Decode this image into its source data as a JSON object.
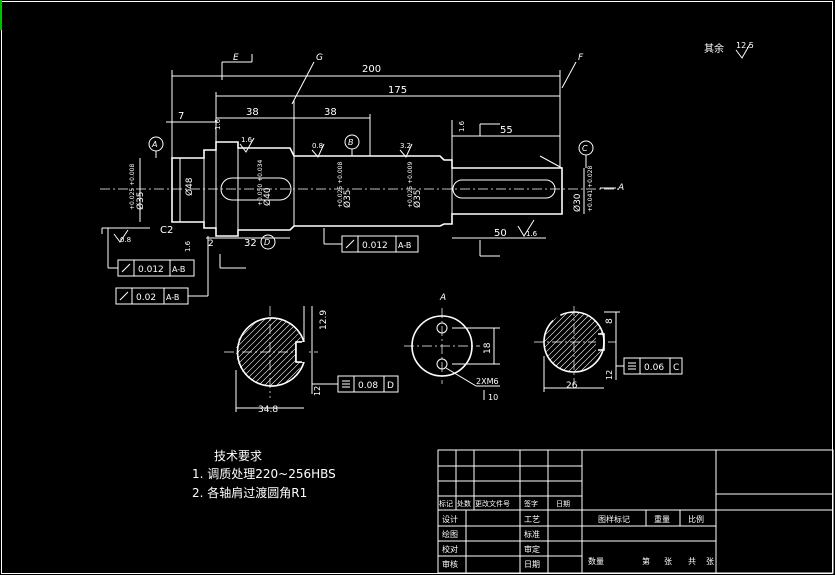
{
  "colors": {
    "background": "#000000",
    "lines": "#ffffff",
    "frame_mark": "#00c000"
  },
  "roughness": {
    "label": "其余",
    "value": "12.5"
  },
  "sections": {
    "e": "E",
    "f": "F",
    "g": "G",
    "a": "A"
  },
  "dims": {
    "d200": "200",
    "d175": "175",
    "d7": "7",
    "d38a": "38",
    "d38b": "38",
    "d55": "55",
    "d50": "50",
    "d32": "32",
    "d2": "2",
    "c2": "C2",
    "phi48": "Ø48",
    "phi35a": "Ø35",
    "phi40": "Ø40",
    "phi35b": "Ø35",
    "phi35c": "Ø35",
    "phi30": "Ø30",
    "tol35a": "+0.025 +0.008",
    "tol40": "+0.050 +0.034",
    "tol35b": "+0.025 +0.008",
    "tol35c": "+0.025 +0.009",
    "tol30": "+0.041 +0.028",
    "ra16a": "1.6",
    "ra08a": "0.8",
    "ra08b": "0.8",
    "ra32": "3.2",
    "ra16b": "1.6",
    "ra16c": "1.6",
    "s1_348": "34.8",
    "s1_12": "12",
    "s1_129": "12.9",
    "s2_18": "18",
    "s2_10": "10",
    "s2_thread": "2XM6",
    "s3_26": "26",
    "s3_8": "8",
    "s3_12": "12"
  },
  "datums": {
    "a": "A",
    "b": "B",
    "c": "C",
    "d": "D"
  },
  "tolerances": {
    "runout1": {
      "value": "0.012",
      "ref": "A-B"
    },
    "runout2": {
      "value": "0.012",
      "ref": "A-B"
    },
    "runout3": {
      "value": "0.02",
      "ref": "A-B"
    },
    "sym1": {
      "value": "0.08",
      "ref": "D"
    },
    "sym2": {
      "value": "0.06",
      "ref": "C"
    }
  },
  "notes": {
    "title": "技术要求",
    "items": [
      "1. 调质处理220~256HBS",
      "2. 各轴肩过渡圆角R1"
    ]
  },
  "title_block": {
    "header": [
      "标记",
      "处数",
      "更改文件号",
      "签字",
      "日期"
    ],
    "left_rows": [
      "设计",
      "绘图",
      "校对",
      "审核"
    ],
    "mid_rows": [
      "工艺",
      "标准",
      "审定",
      "日期"
    ],
    "info": [
      "图样标记",
      "重量",
      "比例"
    ],
    "sheet": [
      "数量",
      "第",
      "张",
      "共",
      "张"
    ]
  }
}
